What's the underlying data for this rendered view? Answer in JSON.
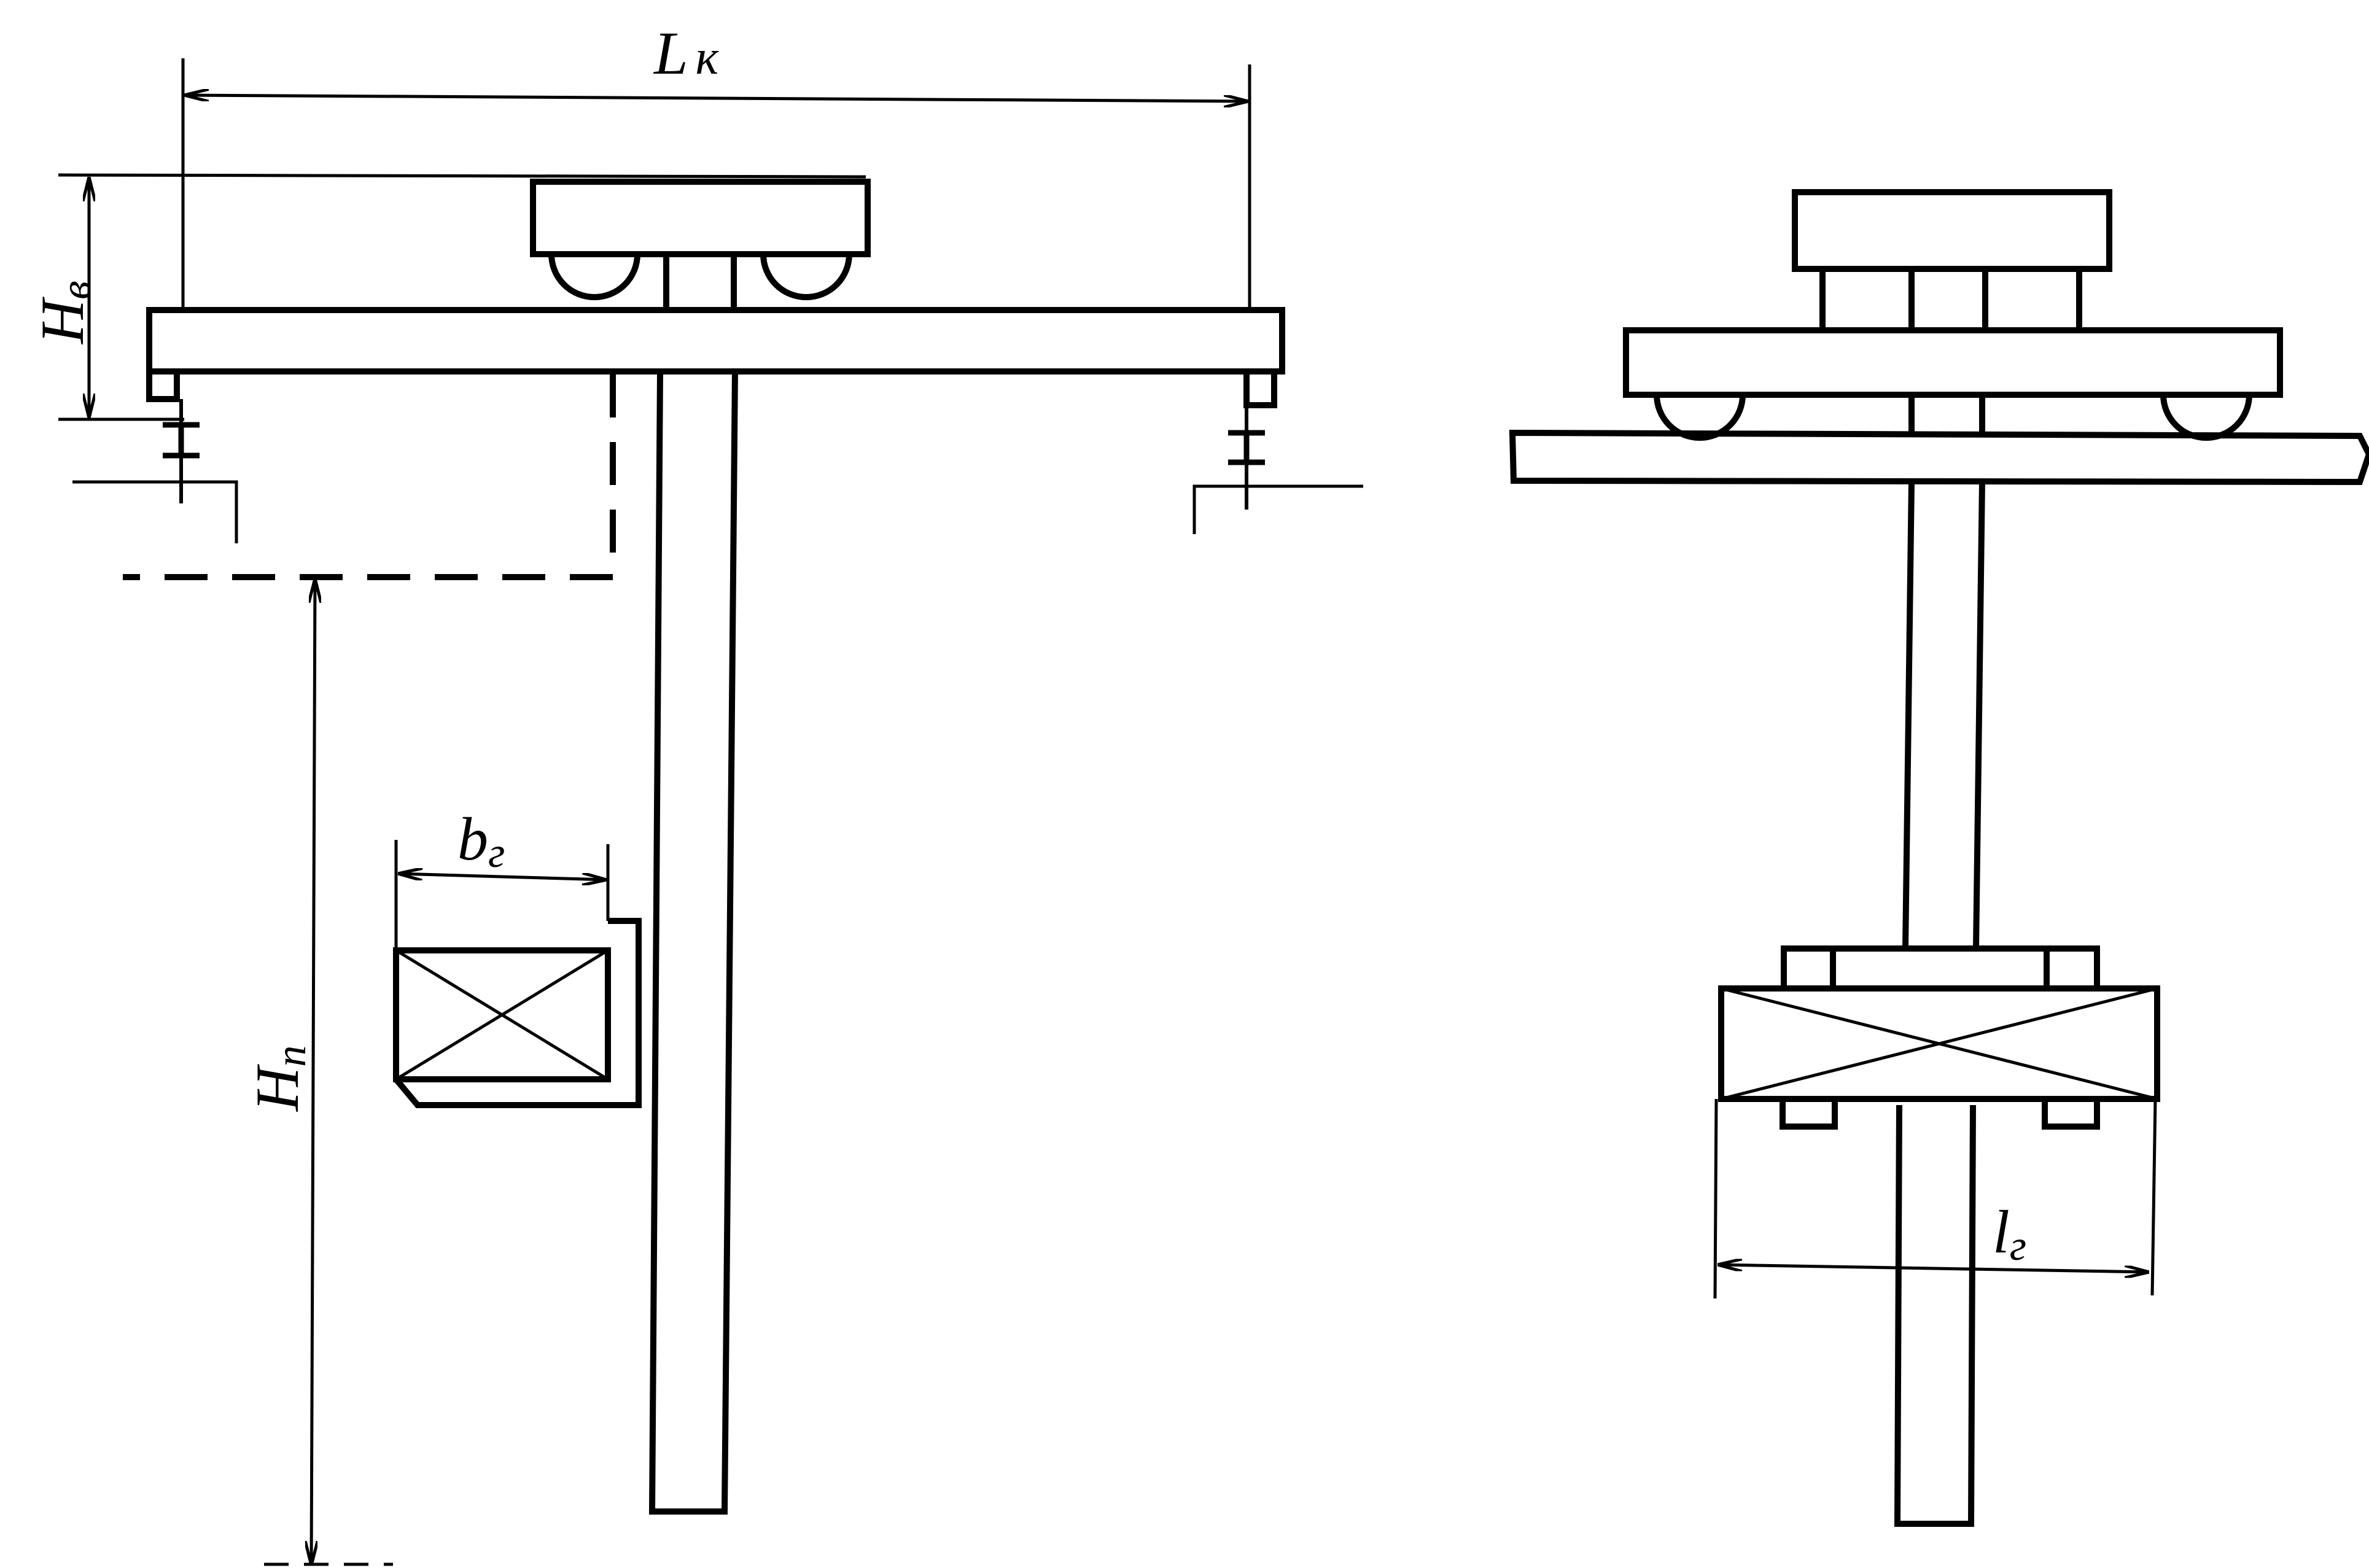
{
  "labels": {
    "span": "L",
    "span_sub": "к",
    "height_upper": "H",
    "height_upper_sub": "в",
    "height_lift": "H",
    "height_lift_sub": "п",
    "load_width": "b",
    "load_width_sub": "г",
    "load_length": "l",
    "load_length_sub": "г"
  },
  "colors": {
    "ink": "#000000",
    "paper": "#ffffff"
  }
}
